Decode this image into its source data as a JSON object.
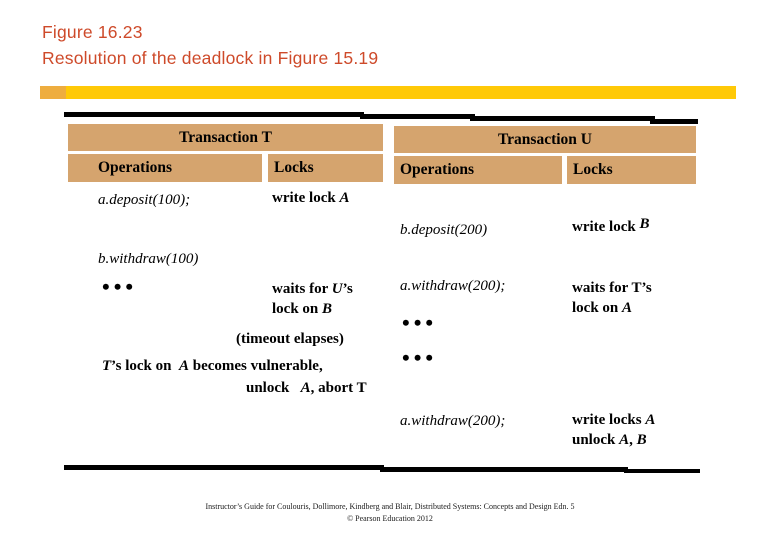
{
  "slide": {
    "title_line1": "Figure 16.23",
    "title_line2": "Resolution of the deadlock in Figure 15.19",
    "footer_line1": "Instructor’s Guide for  Coulouris, Dollimore, Kindberg and Blair,  Distributed Systems: Concepts and Design   Edn. 5",
    "footer_line2": "©  Pearson Education 2012"
  },
  "colors": {
    "title_color": "#CE4A2A",
    "gold_bar": "#FFC907",
    "bar_tip": "#EEAD3F",
    "header_tan": "#D5A46E",
    "border_black": "#000000"
  },
  "table": {
    "t_title": "Transaction T",
    "u_title": "Transaction U",
    "operations_header": "Operations",
    "locks_header": "Locks",
    "dots": "•••",
    "t": {
      "op1": "a.deposit(100);",
      "lock1_pre": "write lock ",
      "lock1_var": "A",
      "op2": "b.withdraw(100)",
      "waits_pre": "waits for ",
      "waits_var": "U",
      "waits_post": "’s",
      "lockon_pre": "lock on ",
      "lockon_var": "B"
    },
    "u": {
      "op1": "b.deposit(200)",
      "lock1_pre": "write lock ",
      "lock1_var": "B",
      "op2": "a.withdraw(200);",
      "waits": "waits for T’s",
      "lockon_pre": "lock on ",
      "lockon_var": "A",
      "op3": "a.withdraw(200);",
      "lock3_pre": "write locks ",
      "lock3_var": "A",
      "unlock_pre": "unlock ",
      "unlock_var1": "A",
      "unlock_sep": ", ",
      "unlock_var2": "B"
    },
    "timeout_note": "(timeout elapses)",
    "vuln_var1": "T",
    "vuln_mid": "’s lock on  ",
    "vuln_var2": "A",
    "vuln_post": " becomes vulnerable,",
    "unlock_pre": "unlock   ",
    "unlock_var": "A",
    "unlock_post": ", abort T"
  }
}
